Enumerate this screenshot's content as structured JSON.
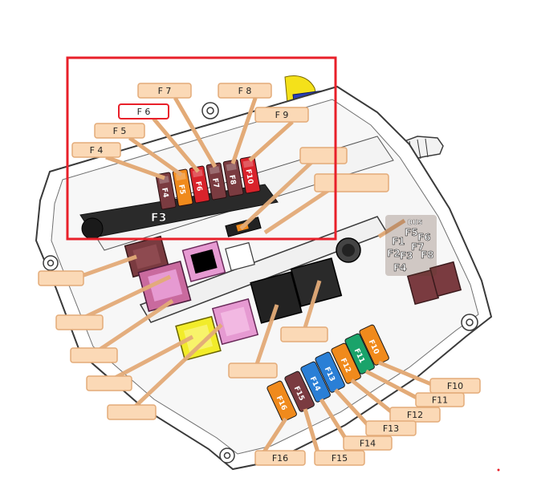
{
  "colors": {
    "highlight_box": "#e8202a",
    "callout_fill": "#fbd9b6",
    "callout_stroke": "#e3ab78",
    "housing_fill": "#ffffff",
    "housing_stroke": "#3a3a3a",
    "fuse_brown": "#7a3b40",
    "fuse_orange": "#f08a1c",
    "fuse_red": "#d9232b",
    "fuse_blue": "#2a7fd6",
    "fuse_green": "#1aa36a",
    "relay_pink": "#e69ad2",
    "relay_yellow": "#f2ec2a",
    "relay_black": "#222222",
    "cable_yellow": "#f4e11a",
    "cable_blue": "#2a3fb8"
  },
  "top_labels": [
    {
      "id": "F4",
      "text": "F 4",
      "outlined": false
    },
    {
      "id": "F5",
      "text": "F 5",
      "outlined": false
    },
    {
      "id": "F6",
      "text": "F 6",
      "outlined": true
    },
    {
      "id": "F7",
      "text": "F 7",
      "outlined": false
    },
    {
      "id": "F8",
      "text": "F 8",
      "outlined": false
    },
    {
      "id": "F9",
      "text": "F 9",
      "outlined": false
    }
  ],
  "top_fuses": [
    {
      "id": "F4",
      "text": "F4",
      "color": "brown"
    },
    {
      "id": "F5",
      "text": "F5",
      "color": "orange"
    },
    {
      "id": "F6",
      "text": "F6",
      "color": "red"
    },
    {
      "id": "F7",
      "text": "F7",
      "color": "brown"
    },
    {
      "id": "F8",
      "text": "F8",
      "color": "brown"
    },
    {
      "id": "F9",
      "text": "F10",
      "color": "red"
    }
  ],
  "f3_label": "F3",
  "bus_block": {
    "title": "BUS",
    "labels": [
      "F5",
      "F6",
      "F1",
      "F7",
      "F2",
      "F3",
      "F8",
      "F4"
    ]
  },
  "bottom_labels": [
    {
      "id": "F10",
      "text": "F10"
    },
    {
      "id": "F11",
      "text": "F11"
    },
    {
      "id": "F12",
      "text": "F12"
    },
    {
      "id": "F13",
      "text": "F13"
    },
    {
      "id": "F14",
      "text": "F14"
    },
    {
      "id": "F15",
      "text": "F15"
    },
    {
      "id": "F16",
      "text": "F16"
    }
  ],
  "bottom_fuses": [
    {
      "id": "F16",
      "text": "F16",
      "color": "orange"
    },
    {
      "id": "F15",
      "text": "F15",
      "color": "brown"
    },
    {
      "id": "F14",
      "text": "F14",
      "color": "blue"
    },
    {
      "id": "F13",
      "text": "F13",
      "color": "blue"
    },
    {
      "id": "F12",
      "text": "F12",
      "color": "orange"
    },
    {
      "id": "F11",
      "text": "F11",
      "color": "green"
    },
    {
      "id": "F10",
      "text": "F10",
      "color": "orange"
    }
  ]
}
